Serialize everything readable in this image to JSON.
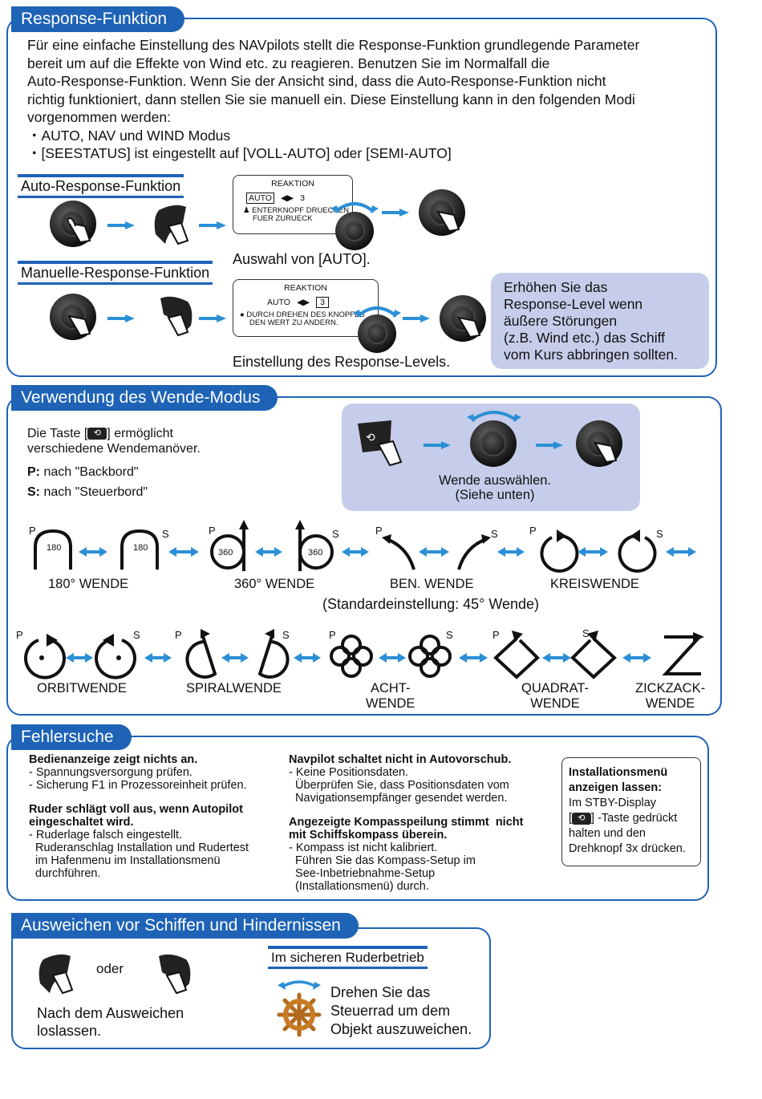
{
  "response": {
    "tab": "Response-Funktion",
    "intro_lines": [
      "Für eine einfache Einstellung des NAVpilots stellt die Response-Funktion grundlegende Parameter",
      "bereit um auf die Effekte von Wind etc. zu reagieren. Benutzen Sie im Normalfall die",
      "Auto-Response-Funktion. Wenn Sie der Ansicht sind, dass die Auto-Response-Funktion nicht",
      "richtig funktioniert, dann stellen Sie sie manuell ein. Diese Einstellung kann in den folgenden Modi",
      "vorgenommen werden:",
      "・AUTO, NAV und WIND Modus",
      "・[SEESTATUS] ist eingestellt auf [VOLL-AUTO] oder [SEMI-AUTO]"
    ],
    "auto": {
      "heading": "Auto-Response-Funktion",
      "lcd_title": "REAKTION",
      "lcd_mode": "AUTO",
      "lcd_value": "3",
      "lcd_hint1": "ENTERKNOPF DRUECKEN",
      "lcd_hint2": "FUER ZURUECK",
      "caption": "Auswahl von [AUTO]."
    },
    "manual": {
      "heading": "Manuelle-Response-Funktion",
      "lcd_title": "REAKTION",
      "lcd_mode": "AUTO",
      "lcd_value": "3",
      "lcd_hint1": "DURCH DREHEN DES KNOPFES",
      "lcd_hint2": "DEN WERT ZU ANDERN.",
      "caption": "Einstellung des Response-Levels."
    },
    "note_lines": [
      "Erhöhen Sie das",
      "Response-Level wenn",
      "äußere Störungen",
      "(z.B. Wind etc.) das Schiff",
      "vom Kurs abbringen sollten."
    ]
  },
  "turn": {
    "tab": "Verwendung des Wende-Modus",
    "desc_prefix": "Die Taste [",
    "desc_suffix": "] ermöglicht",
    "desc_line2": "verschiedene Wendemanöver.",
    "p_key": "P:",
    "p_text": " nach \"Backbord\"",
    "s_key": "S:",
    "s_text": " nach \"Steuerbord\"",
    "select_line1": "Wende auswählen.",
    "select_line2": "(Siehe unten)",
    "port": "P",
    "starboard": "S",
    "num180": "180",
    "num360": "360",
    "labels_row1": [
      "180° WENDE",
      "360° WENDE",
      "BEN. WENDE",
      "KREISWENDE"
    ],
    "default_note": "(Standardeinstellung: 45° Wende)",
    "labels_row2": [
      "ORBITWENDE",
      "SPIRALWENDE",
      "ACHT-\nWENDE",
      "QUADRAT-\nWENDE",
      "ZICKZACK-\nWENDE"
    ]
  },
  "trouble": {
    "tab": "Fehlersuche",
    "col1": [
      {
        "title": "Bedienanzeige zeigt nichts an.",
        "lines": [
          "- Spannungsversorgung prüfen.",
          "- Sicherung F1 in Prozessoreinheit prüfen."
        ]
      },
      {
        "title": "Ruder schlägt voll aus, wenn Autopilot\neingeschaltet wird.",
        "lines": [
          "- Ruderlage falsch eingestellt.",
          "  Ruderanschlag Installation und Rudertest",
          "  im Hafenmenu im Installationsmenü",
          "  durchführen."
        ]
      }
    ],
    "col2": [
      {
        "title": "Navpilot schaltet nicht in Autovorschub.",
        "lines": [
          "- Keine Positionsdaten.",
          "  Überprüfen Sie, dass Positionsdaten vom",
          "  Navigationsempfänger gesendet werden."
        ]
      },
      {
        "title": "Angezeigte Kompasspeilung stimmt  nicht\nmit Schiffskompass überein.",
        "lines": [
          "- Kompass ist nicht kalibriert.",
          "  Führen Sie das Kompass-Setup im",
          "  See-Inbetriebnahme-Setup",
          "  (Installationsmenü) durch."
        ]
      }
    ],
    "install": {
      "title1": "Installationsmenü",
      "title2": "anzeigen lassen:",
      "l1": "Im STBY-Display",
      "l2_suffix": "] -Taste gedrückt",
      "l2_prefix": "[",
      "l3": "halten und den",
      "l4": "Drehknopf 3x drücken."
    }
  },
  "avoid": {
    "tab": "Ausweichen vor Schiffen und Hindernissen",
    "or": "oder",
    "release1": "Nach dem Ausweichen",
    "release2": "loslassen.",
    "safe_heading": "Im sicheren Ruderbetrieb",
    "wheel_lines": [
      "Drehen Sie das",
      "Steuerrad um dem",
      "Objekt auszuweichen."
    ]
  },
  "colors": {
    "accent": "#1e63b6",
    "note_bg": "#c6cdea",
    "arrow": "#2b8fd6"
  }
}
